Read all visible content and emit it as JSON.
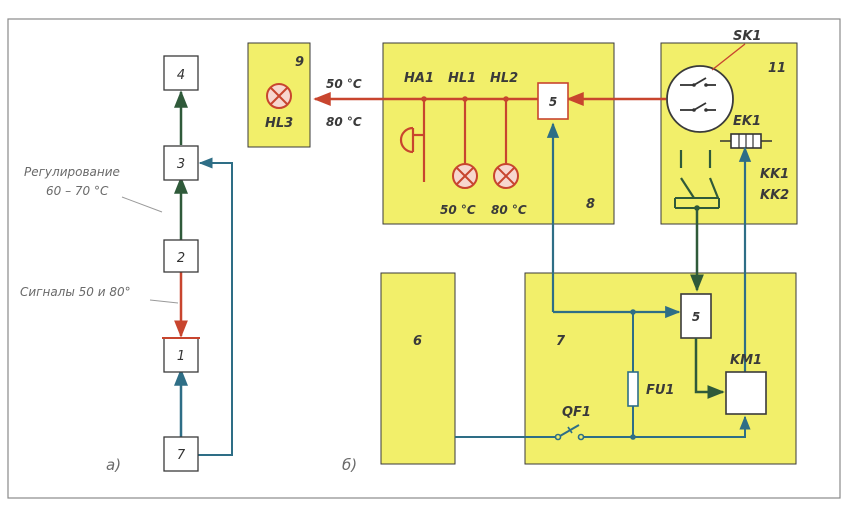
{
  "diagram_a": {
    "caption": "а)",
    "blocks": [
      "4",
      "3",
      "2",
      "1",
      "7"
    ],
    "note_regulation_line1": "Регулирование",
    "note_regulation_line2": "60 – 70 °С",
    "note_signals": "Сигналы 50 и 80°"
  },
  "diagram_b": {
    "caption": "б)",
    "panel_9": {
      "number": "9",
      "lamp": "HL3"
    },
    "temp_50": "50 °С",
    "temp_80": "80 °С",
    "panel_8": {
      "number": "8",
      "ha1": "HA1",
      "hl1": "HL1",
      "hl2": "HL2",
      "block_5": "5",
      "lamp_temp_50": "50 °С",
      "lamp_temp_80": "80 °С"
    },
    "panel_11": {
      "number": "11",
      "sk1": "SK1",
      "ek1": "EK1",
      "kk1": "KK1",
      "kk2": "KK2"
    },
    "panel_6": {
      "number": "6"
    },
    "panel_7": {
      "number": "7",
      "block_5": "5",
      "fu1": "FU1",
      "km1": "KM1",
      "qf1": "QF1"
    }
  },
  "colors": {
    "panel_fill": "#f2ef6a",
    "block_line": "#2e6e86",
    "signal_red": "#c8452e",
    "dark_green": "#2f5a3a",
    "frame": "#8a8a8a"
  }
}
